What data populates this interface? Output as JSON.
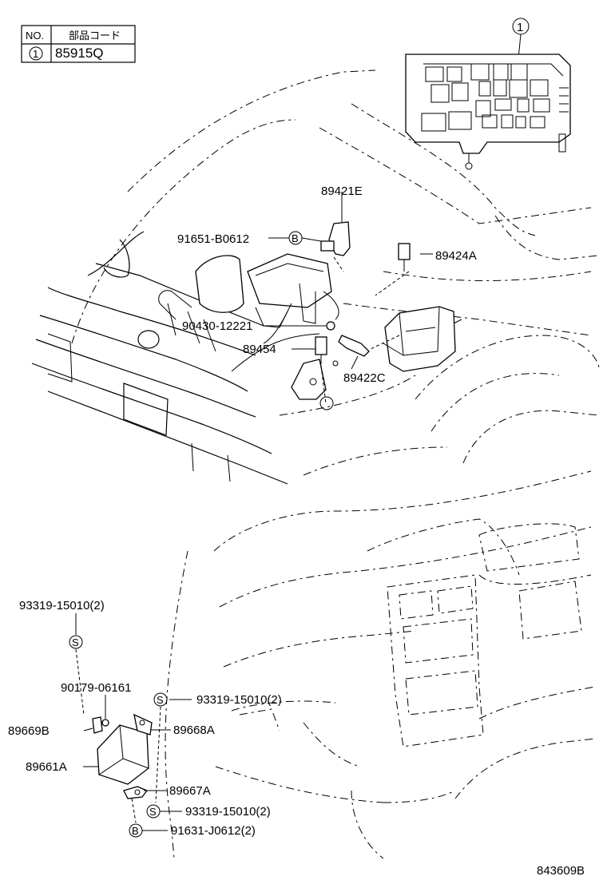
{
  "legend_table": {
    "col_no": "NO.",
    "col_code": "部品コード",
    "row_no": "1",
    "row_code": "85915Q"
  },
  "callout_1": "1",
  "labels": {
    "p89421E": "89421E",
    "p91651": "91651-B0612",
    "p89424A": "89424A",
    "p90430": "90430-12221",
    "p89454": "89454",
    "p89422C": "89422C",
    "p93319_a": "93319-15010(2)",
    "p90179": "90179-06161",
    "p93319_b": "93319-15010(2)",
    "p89669B": "89669B",
    "p89668A": "89668A",
    "p89661A": "89661A",
    "p89667A": "89667A",
    "p93319_c": "93319-15010(2)",
    "p91631": "91631-J0612(2)"
  },
  "symbols": {
    "B": "B",
    "S": "S"
  },
  "figure_id": "843609B"
}
